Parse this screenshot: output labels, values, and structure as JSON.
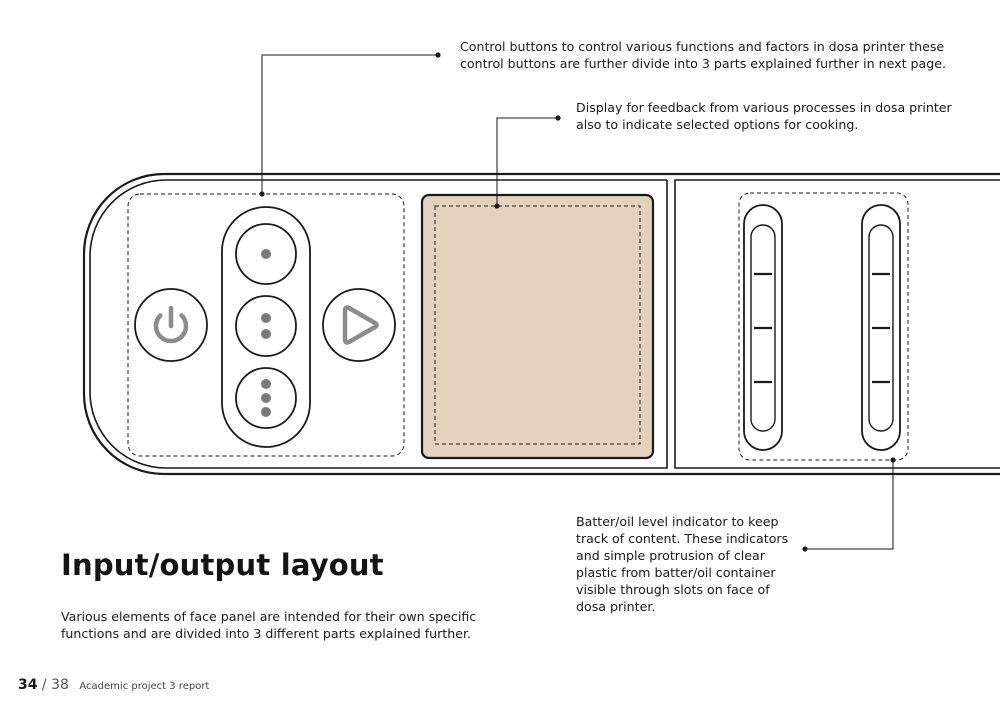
{
  "annotations": {
    "controls": [
      "Control buttons to control various functions and factors in dosa printer these",
      "control buttons are further divide into 3 parts explained further in next page."
    ],
    "display": [
      "Display for feedback from various processes in dosa printer",
      "also to indicate selected options for cooking."
    ],
    "level_indicator": [
      "Batter/oil level indicator to keep",
      "track of content. These indicators",
      "and simple protrusion of clear",
      "plastic from batter/oil container",
      "visible through slots on face of",
      "dosa printer."
    ]
  },
  "heading": "Input/output layout",
  "description": [
    "Various elements of face panel are intended for their own specific",
    "functions and are divided into 3 different parts explained further."
  ],
  "footer": {
    "page_number": "34",
    "separator": " / ",
    "page_total": "38",
    "report_title": "Academic project 3 report"
  },
  "icons": {
    "power": "power-icon",
    "play": "play-icon",
    "one_dot": "one-dot-icon",
    "two_dots": "two-dots-icon",
    "three_dots": "three-dots-icon"
  },
  "colors": {
    "display_fill": "#e1d1bd",
    "outline": "#1a1a1a",
    "icon_grey": "#8c8c8c",
    "dot_grey": "#7a7a7a"
  }
}
